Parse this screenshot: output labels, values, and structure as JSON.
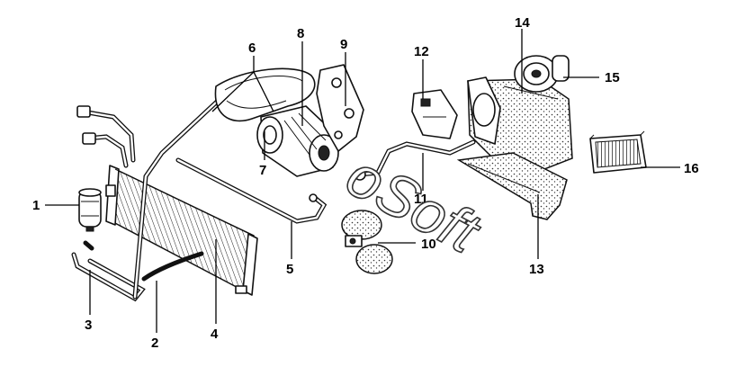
{
  "watermark": {
    "text": "oSoft"
  },
  "callouts": [
    {
      "id": "1",
      "label": "1"
    },
    {
      "id": "2",
      "label": "2"
    },
    {
      "id": "3",
      "label": "3"
    },
    {
      "id": "4",
      "label": "4"
    },
    {
      "id": "5",
      "label": "5"
    },
    {
      "id": "6",
      "label": "6"
    },
    {
      "id": "7",
      "label": "7"
    },
    {
      "id": "8",
      "label": "8"
    },
    {
      "id": "9",
      "label": "9"
    },
    {
      "id": "10",
      "label": "10"
    },
    {
      "id": "11",
      "label": "11"
    },
    {
      "id": "12",
      "label": "12"
    },
    {
      "id": "13",
      "label": "13"
    },
    {
      "id": "14",
      "label": "14"
    },
    {
      "id": "15",
      "label": "15"
    },
    {
      "id": "16",
      "label": "16"
    }
  ],
  "colors": {
    "ink": "#111111",
    "background": "#ffffff"
  }
}
